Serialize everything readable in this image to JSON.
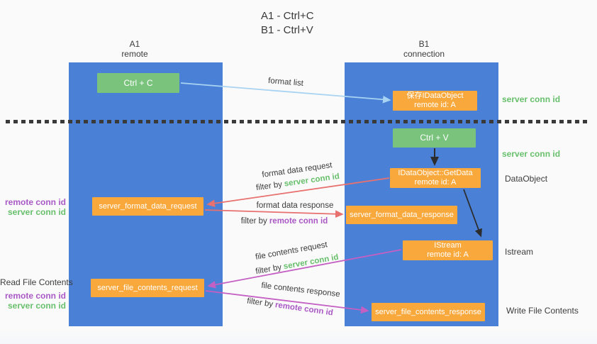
{
  "title": {
    "line1": "A1 - Ctrl+C",
    "line2": "B1 - Ctrl+V"
  },
  "columns": {
    "left": {
      "title": "A1",
      "subtitle": "remote"
    },
    "right": {
      "title": "B1",
      "subtitle": "connection"
    }
  },
  "nodes": {
    "ctrl_c": {
      "label": "Ctrl + C"
    },
    "save_dataobject": {
      "line1": "保存IDataObject",
      "line2": "remote id: A"
    },
    "ctrl_v": {
      "label": "Ctrl + V"
    },
    "getdata": {
      "line1": "IDataObject::GetData",
      "line2": "remote id: A"
    },
    "format_request": {
      "label": "server_format_data_request"
    },
    "format_response": {
      "label": "server_format_data_response"
    },
    "istream": {
      "line1": "IStream",
      "line2": "remote id: A"
    },
    "file_request": {
      "label": "server_file_contents_request"
    },
    "file_response": {
      "label": "server_file_contents_response"
    }
  },
  "arrows": {
    "format_list": "format list",
    "format_data_request": "format data request",
    "format_data_response": "format data response",
    "file_contents_request": "file contents request",
    "file_contents_response": "file contents response",
    "filter_by": "filter by",
    "server_conn_id": "server conn id",
    "remote_conn_id": "remote conn id"
  },
  "side_labels": {
    "right_top_conn_id": "server conn id",
    "right_mid_conn_id": "server conn id",
    "dataobject": "DataObject",
    "istream": "Istream",
    "write_file_contents": "Write File Contents",
    "left_mid": {
      "remote": "remote conn id",
      "server": "server conn id"
    },
    "read_file_contents": "Read File Contents",
    "left_bottom": {
      "remote": "remote conn id",
      "server": "server conn id"
    }
  },
  "colors": {
    "background": "#fafafa",
    "lifeline_blue": "#4a80d6",
    "node_green": "#79c37d",
    "node_orange": "#f9a83c",
    "arrow_light_blue": "#a9d3f2",
    "arrow_red": "#e8706e",
    "arrow_magenta": "#c45fc3",
    "arrow_black": "#2d2d2d",
    "label_green": "#68bf6c",
    "label_purple": "#a958c5",
    "text_dark": "#3c3c3c"
  }
}
